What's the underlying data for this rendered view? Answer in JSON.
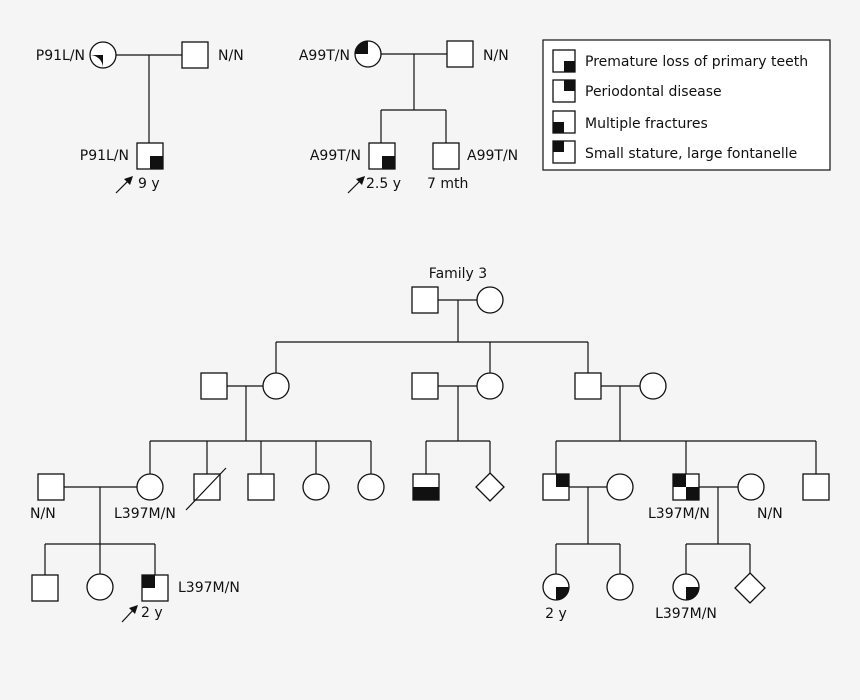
{
  "legend": {
    "items": [
      "Premature loss of primary teeth",
      "Periodontal disease",
      "Multiple fractures",
      "Small stature, large fontanelle"
    ]
  },
  "family1": {
    "mother_genotype": "P91L/N",
    "father_genotype": "N/N",
    "proband_genotype": "P91L/N",
    "proband_age": "9 y"
  },
  "family2": {
    "mother_genotype": "A99T/N",
    "father_genotype": "N/N",
    "proband_genotype": "A99T/N",
    "proband_age": "2.5 y",
    "sibling_genotype": "A99T/N",
    "sibling_age": "7 mth"
  },
  "family3": {
    "title": "Family 3",
    "spouse_left_genotype": "N/N",
    "carrier_left_genotype": "L397M/N",
    "proband_genotype": "L397M/N",
    "proband_age": "2 y",
    "affected_male_genotype": "L397M/N",
    "affected_male_spouse_genotype": "N/N",
    "child_right_age": "2 y",
    "child_right2_genotype": "L397M/N"
  }
}
